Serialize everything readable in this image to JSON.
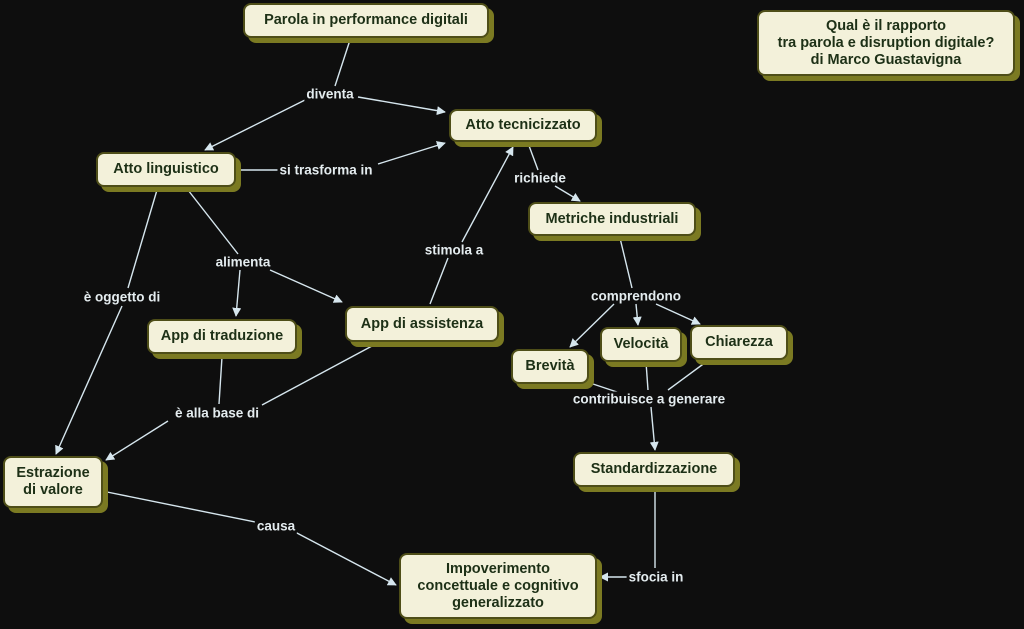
{
  "colors": {
    "background": "#0e0e0e",
    "node_fill": "#f3f1da",
    "node_border": "#4e4e18",
    "node_shadow": "#7b7a22",
    "node_text": "#1d3016",
    "link": "#d6e6ee"
  },
  "title_box": "Qual è il rapporto\ntra parola e disruption digitale?\ndi Marco Guastavigna",
  "concepts": {
    "parola": "Parola in performance digitali",
    "atto_tecnicizzato": "Atto tecnicizzato",
    "atto_linguistico": "Atto linguistico",
    "metriche": "Metriche industriali",
    "app_traduzione": "App di traduzione",
    "app_assistenza": "App di assistenza",
    "brevita": "Brevità",
    "velocita": "Velocità",
    "chiarezza": "Chiarezza",
    "standardizzazione": "Standardizzazione",
    "estrazione": "Estrazione\ndi valore",
    "impoverimento": "Impoverimento\nconcettuale e cognitivo\ngeneralizzato"
  },
  "links": {
    "diventa": "diventa",
    "si_trasforma_in": "si trasforma in",
    "richiede": "richiede",
    "alimenta": "alimenta",
    "stimola_a": "stimola a",
    "oggetto_di": "è oggetto di",
    "comprendono": "comprendono",
    "alla_base_di": "è alla base di",
    "contribuisce": "contribuisce a generare",
    "causa": "causa",
    "sfocia_in": "sfocia in"
  }
}
